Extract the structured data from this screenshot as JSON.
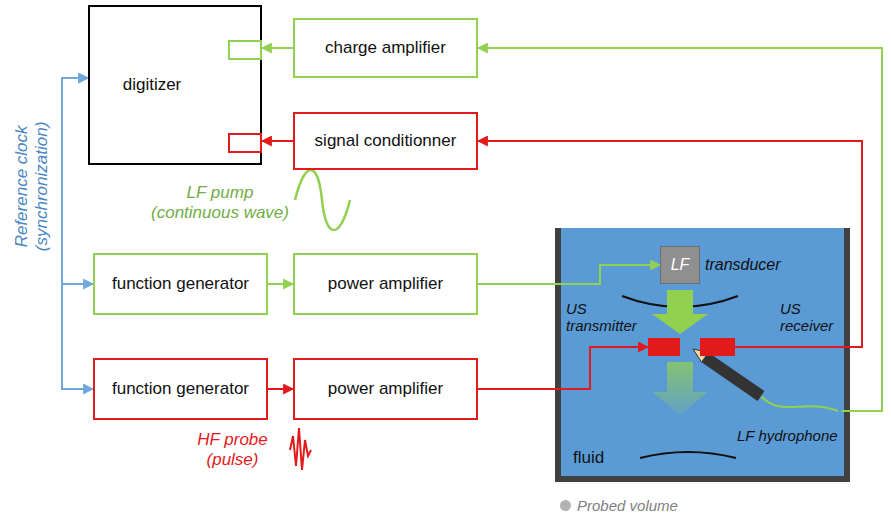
{
  "diagram": {
    "nodes": [
      {
        "text": [
          "digitizer"
        ]
      },
      {
        "text": [
          "charge amplifier"
        ]
      },
      {
        "text": [
          "signal conditionner"
        ]
      },
      {
        "text": [
          "function generator"
        ]
      },
      {
        "text": [
          "power amplifier"
        ]
      },
      {
        "text": [
          "function generator"
        ]
      },
      {
        "text": [
          "power amplifier"
        ]
      },
      {
        "text": [
          "fluid"
        ]
      },
      {
        "text": [
          "LF",
          "transducer"
        ],
        "in": 7
      },
      {
        "text": [
          "US transmitter"
        ],
        "in": 7
      },
      {
        "text": [
          "US receiver"
        ],
        "in": 7
      },
      {
        "text": [
          "LF hydrophone"
        ],
        "in": 7
      }
    ],
    "edges": [
      {
        "from": 1,
        "to": 0,
        "arrow": "to"
      },
      {
        "from": 2,
        "to": 0,
        "arrow": "to"
      },
      {
        "from": 3,
        "to": 4,
        "arrow": "to"
      },
      {
        "from": 4,
        "to": 8,
        "arrow": "to"
      },
      {
        "from": 5,
        "to": 6,
        "arrow": "to"
      },
      {
        "from": 6,
        "to": 9,
        "arrow": "to"
      },
      {
        "from": 10,
        "to": 2,
        "arrow": "to"
      },
      {
        "from": 11,
        "to": 1,
        "arrow": "to"
      },
      {
        "from": 0,
        "to": 3,
        "arrow": "both"
      },
      {
        "from": 0,
        "to": 5,
        "arrow": "both"
      }
    ],
    "labels": [
      "Reference clock (synchronization)",
      "LF pump (continuous wave)",
      "HF probe (pulse)"
    ],
    "legend": [
      {
        "text": "Probed volume",
        "color": "#b3b3b3"
      }
    ]
  }
}
